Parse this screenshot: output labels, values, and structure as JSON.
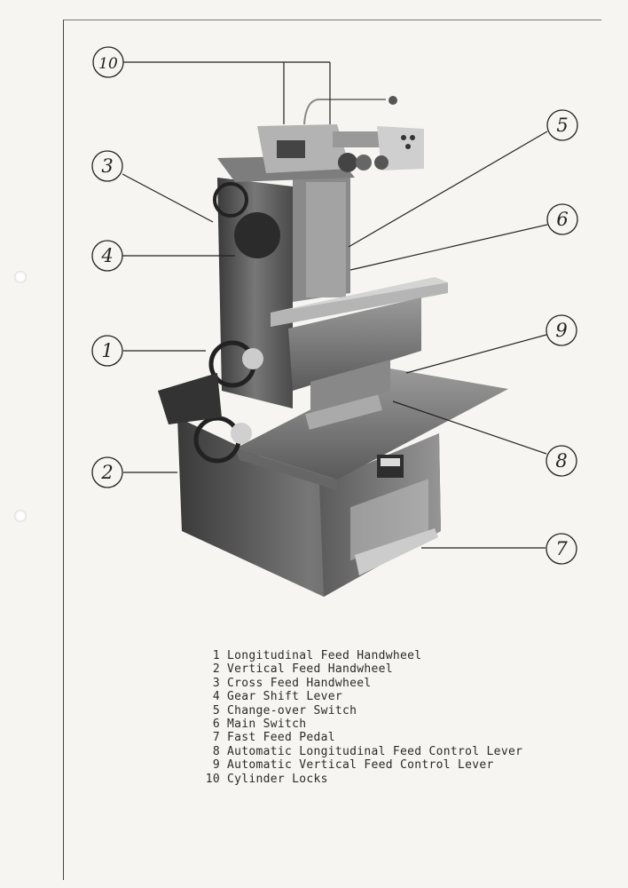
{
  "callouts": [
    "10",
    "3",
    "4",
    "1",
    "2",
    "5",
    "6",
    "9",
    "8",
    "7"
  ],
  "legend": [
    {
      "num": "1",
      "text": "Longitudinal Feed Handwheel"
    },
    {
      "num": "2",
      "text": "Vertical Feed Handwheel"
    },
    {
      "num": "3",
      "text": "Cross Feed Handwheel"
    },
    {
      "num": "4",
      "text": "Gear Shift Lever"
    },
    {
      "num": "5",
      "text": "Change-over Switch"
    },
    {
      "num": "6",
      "text": "Main Switch"
    },
    {
      "num": "7",
      "text": "Fast Feed Pedal"
    },
    {
      "num": "8",
      "text": "Automatic Longitudinal Feed Control Lever"
    },
    {
      "num": "9",
      "text": "Automatic Vertical Feed Control Lever"
    },
    {
      "num": "10",
      "text": "Cylinder Locks"
    }
  ]
}
